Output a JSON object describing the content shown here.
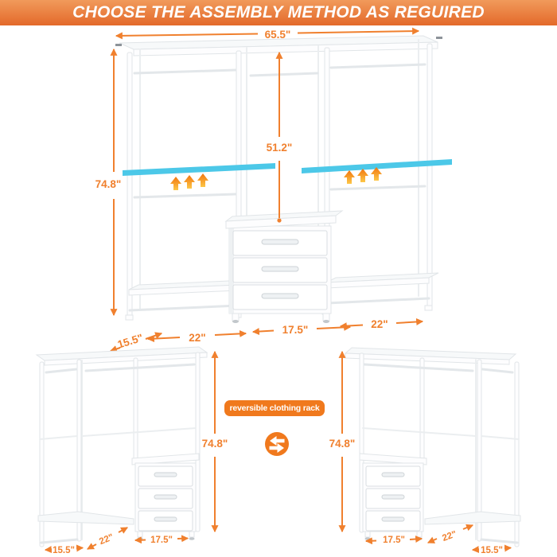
{
  "banner": {
    "text": "CHOOSE THE ASSEMBLY METHOD AS REGUIRED"
  },
  "main": {
    "width": "65.5\"",
    "height": "74.8\"",
    "inner": "51.2\"",
    "depth": "15.5\"",
    "left": "22\"",
    "center": "17.5\"",
    "right": "22\""
  },
  "left_config": {
    "height": "74.8\"",
    "depth": "15.5\"",
    "corner": "22\"",
    "drawers": "17.5\""
  },
  "right_config": {
    "height": "74.8\"",
    "drawers": "17.5\"",
    "corner": "22\"",
    "depth": "15.5\""
  },
  "badge": {
    "label": "reversible clothing rack"
  },
  "icons": {
    "swap": "swap-arrows-icon",
    "adjustable": "up-arrow-icon"
  },
  "colors": {
    "accent": "#f0802e",
    "banner_top": "#f19a5b",
    "banner_bottom": "#e3692a",
    "badge_bg": "#f0791d",
    "highlight": "#4cc8e8",
    "arrow_top": "#f1750f",
    "arrow_bottom": "#fdc748"
  }
}
